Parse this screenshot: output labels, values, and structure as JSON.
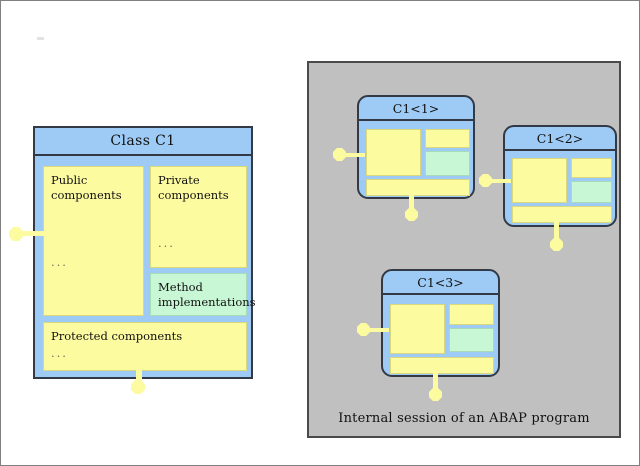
{
  "colors": {
    "box_fill_blue": "#9ecbf5",
    "box_border": "#333a45",
    "component_yellow": "#fdfba0",
    "method_green": "#c7f7d4",
    "session_gray": "#c0c0c0",
    "session_border": "#4a4a4a",
    "connector_yellow": "#fdfba0",
    "page_border": "#808080",
    "text": "#111111"
  },
  "class_diagram": {
    "title": "Class C1",
    "sections": {
      "public": {
        "label": "Public components",
        "line1": "Public",
        "line2": "components",
        "continuation": "..."
      },
      "private": {
        "label": "Private components",
        "line1": "Private",
        "line2": "components",
        "continuation": "..."
      },
      "method": {
        "label": "Method implementations",
        "line1": "Method",
        "line2": "implementations"
      },
      "protected": {
        "label": "Protected components",
        "line1": "Protected components",
        "continuation": "..."
      }
    }
  },
  "session": {
    "caption": "Internal session of an ABAP program",
    "instances": [
      {
        "title": "C1<1>"
      },
      {
        "title": "C1<2>"
      },
      {
        "title": "C1<3>"
      }
    ]
  }
}
